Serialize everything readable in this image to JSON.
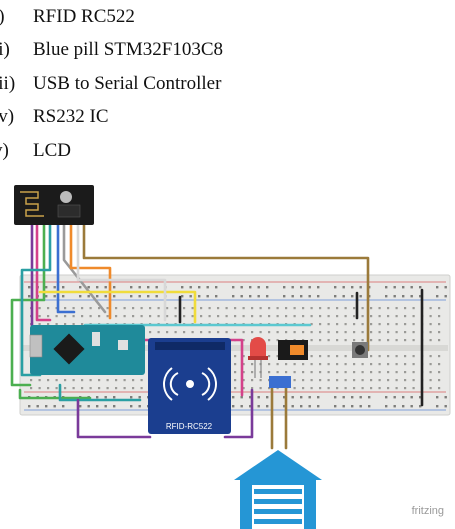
{
  "components": [
    {
      "num": "i)",
      "label": "RFID RC522"
    },
    {
      "num": "ii)",
      "label": "Blue pill STM32F103C8"
    },
    {
      "num": "iii)",
      "label": "USB to Serial Controller"
    },
    {
      "num": "iv)",
      "label": "RS232 IC"
    },
    {
      "num": "v)",
      "label": "LCD"
    }
  ],
  "rfid_module_label": "RFID-RC522",
  "watermark": "fritzing",
  "wire_colors": {
    "pink": "#d4418a",
    "purple": "#7a3a9a",
    "green": "#4caf50",
    "teal": "#2a9fa3",
    "cyan": "#5bc8d0",
    "blue": "#3b6fd1",
    "yellow": "#f0dc3c",
    "orange": "#ef8a2b",
    "brown": "#9b7a3a",
    "gray": "#9a9a9a",
    "black": "#222222",
    "red": "#d33b3b"
  },
  "colors": {
    "board_teal": "#1f8a9a",
    "rfid_blue": "#1b3e8f",
    "house_blue": "#2596d5",
    "breadboard": "#e9e9e7"
  }
}
